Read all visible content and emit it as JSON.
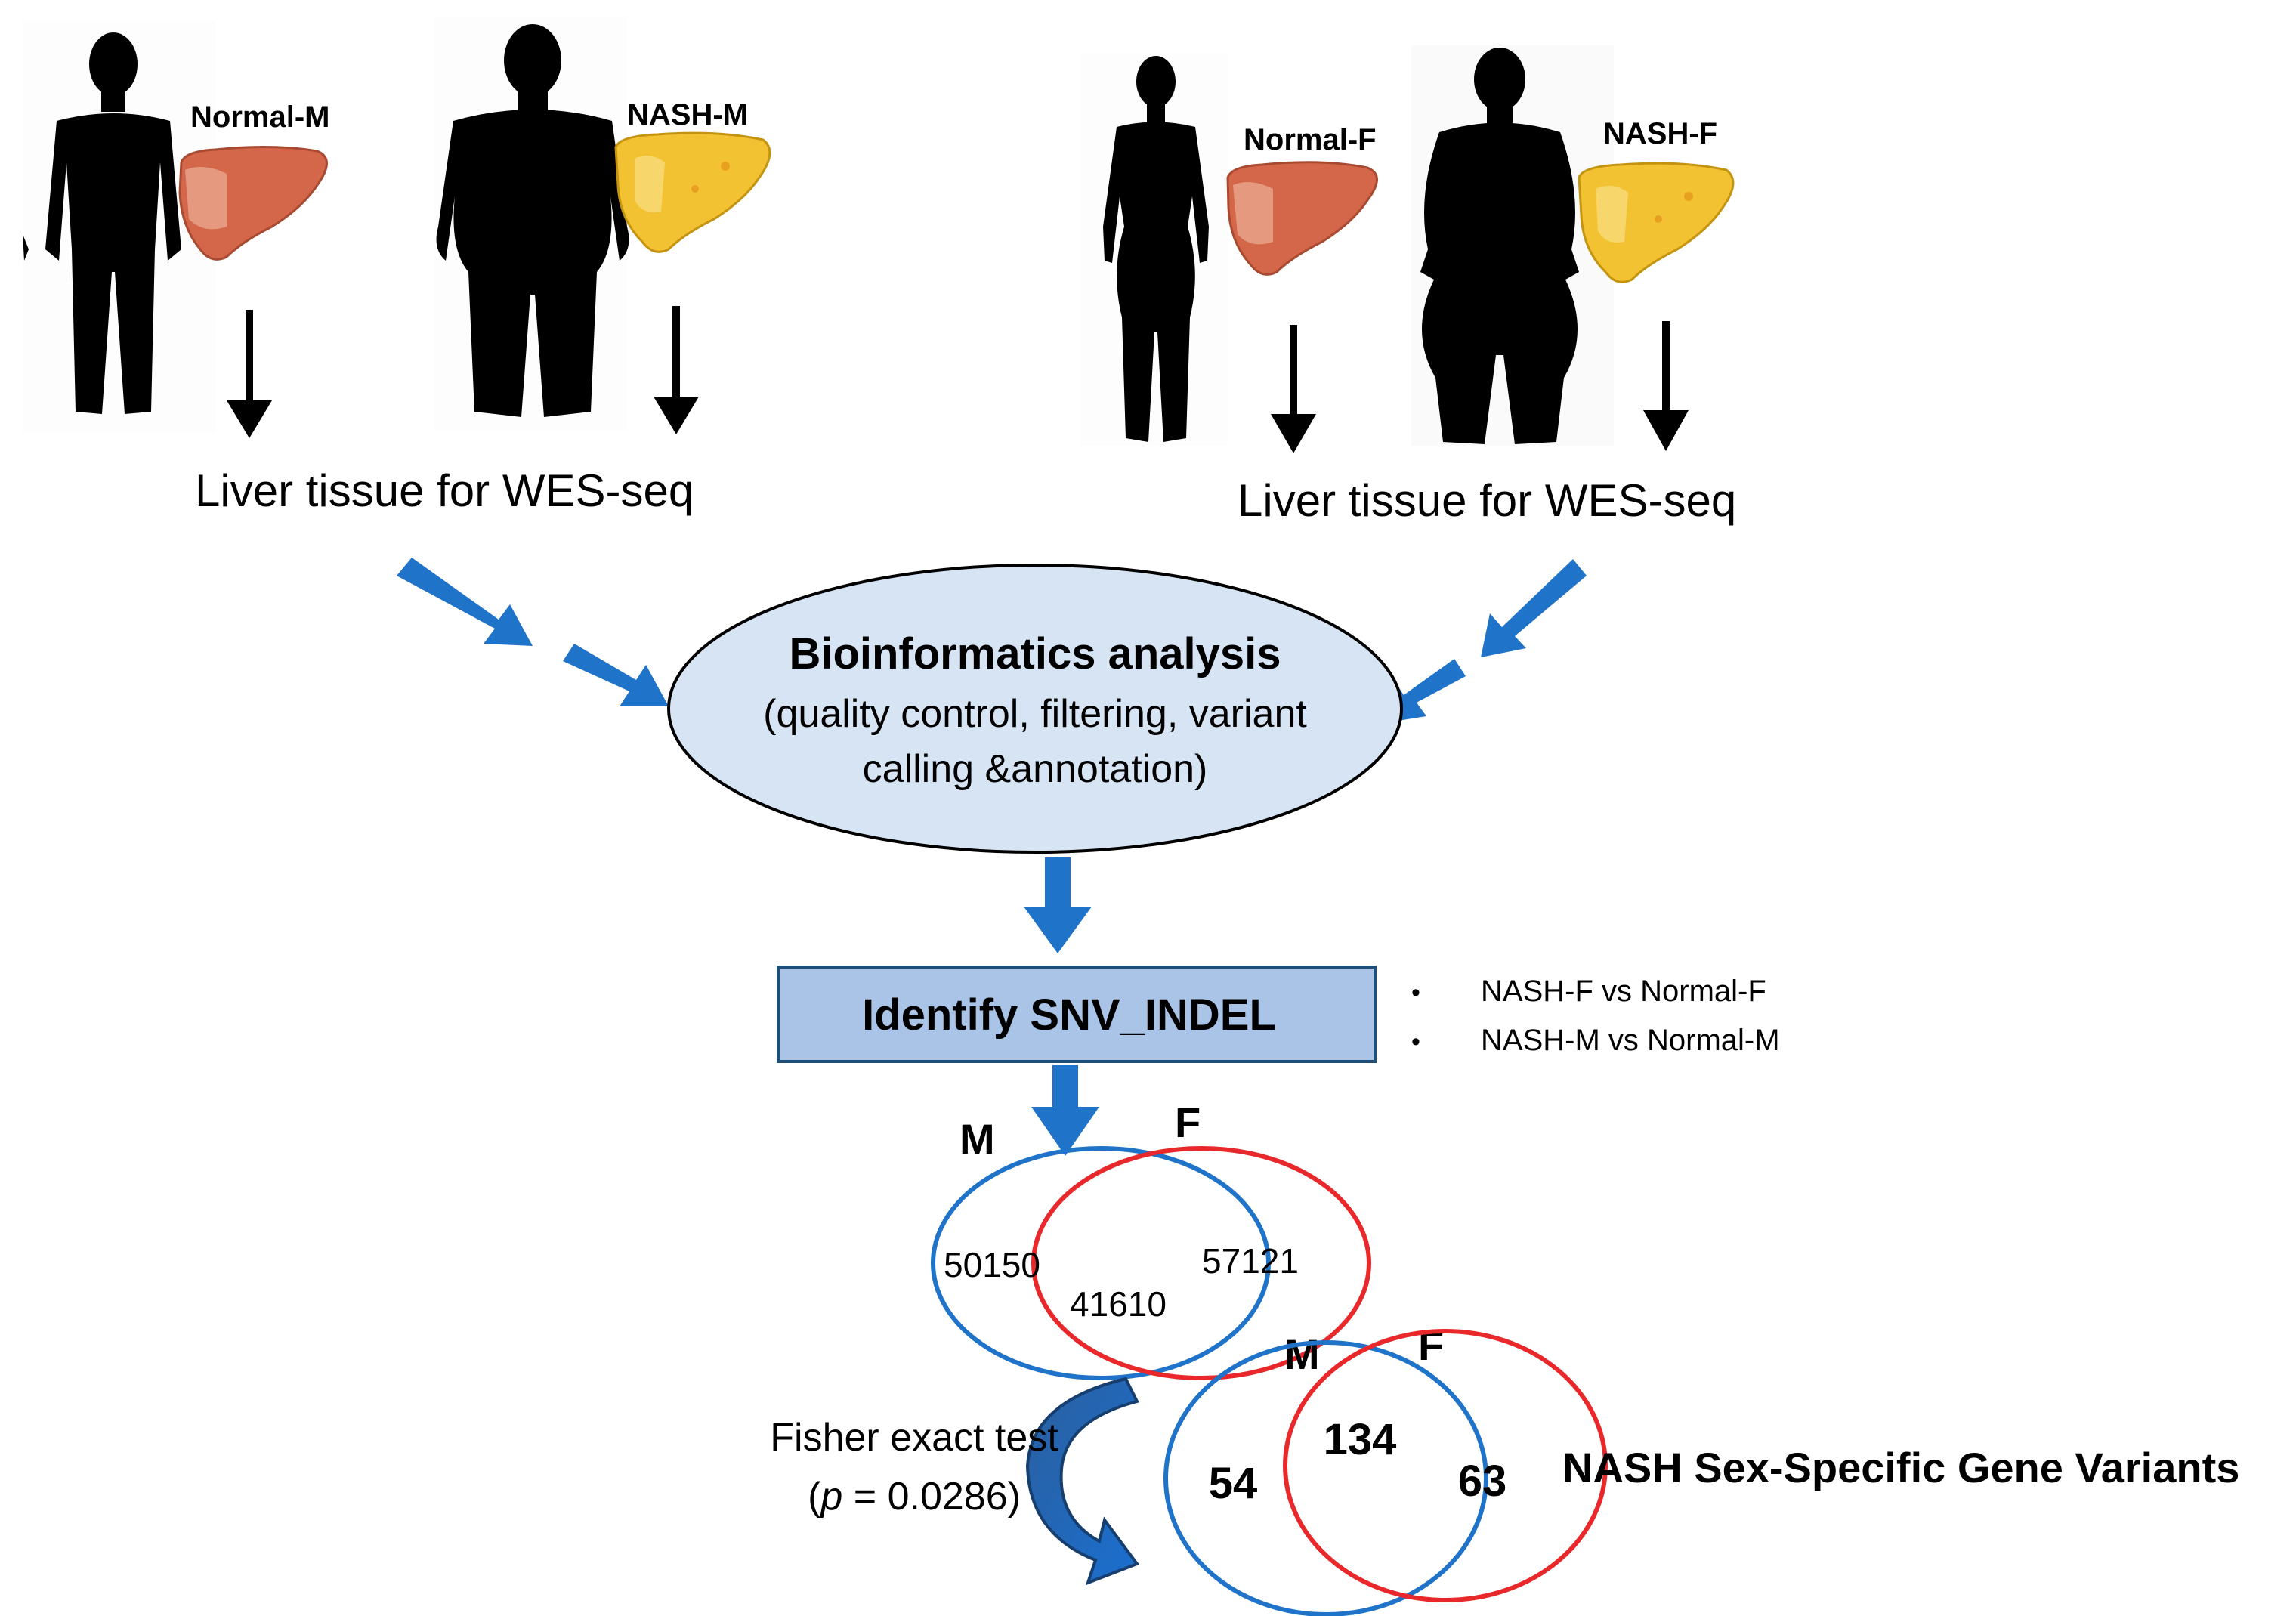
{
  "groups": {
    "normal_m": {
      "label": "Normal-M"
    },
    "nash_m": {
      "label": "NASH-M"
    },
    "normal_f": {
      "label": "Normal-F"
    },
    "nash_f": {
      "label": "NASH-F"
    }
  },
  "tissue": {
    "left_label": "Liver tissue for WES-seq",
    "right_label": "Liver tissue for WES-seq"
  },
  "analysis": {
    "title": "Bioinformatics analysis",
    "line1": "(quality control, filtering, variant",
    "line2": "calling &annotation)"
  },
  "identify": {
    "label": "Identify SNV_INDEL",
    "bullets": [
      "NASH-F vs Normal-F",
      "NASH-M vs Normal-M"
    ],
    "bullet_symbol": "•"
  },
  "venn1": {
    "set_m": "M",
    "set_f": "F",
    "only_m": "50150",
    "both": "41610",
    "only_f": "57121"
  },
  "test": {
    "line1": "Fisher exact test",
    "open": "(",
    "p": "p",
    "rest": " = 0.0286)"
  },
  "venn2": {
    "set_m": "M",
    "set_f": "F",
    "only_m": "54",
    "both": "134",
    "only_f": "63",
    "title": "NASH Sex-Specific Gene Variants"
  },
  "colors": {
    "blue_arrow": "#1f73c9",
    "ellipse_fill": "#d7e4f3",
    "box_fill": "#a9c4e6",
    "box_stroke": "#1f4e79",
    "venn_m": "#1f73c9",
    "venn_f": "#e8282b",
    "normal_liver": "#d4664a",
    "nash_liver": "#f2c233",
    "silhouette": "#000000"
  }
}
